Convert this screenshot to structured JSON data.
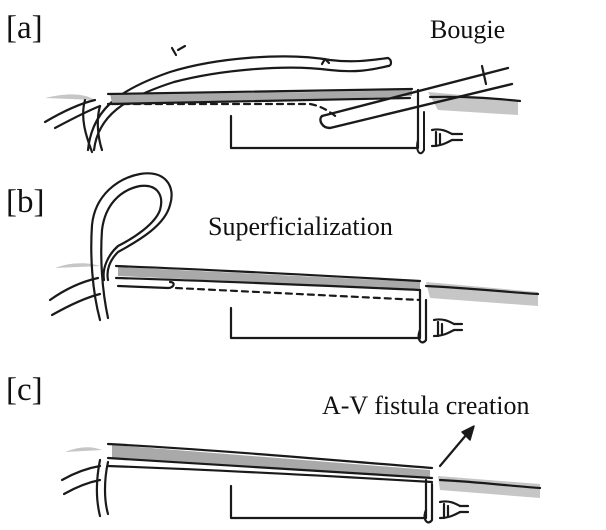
{
  "panels": [
    {
      "id": "a",
      "letter": "[a]",
      "annotation": "Bougie"
    },
    {
      "id": "b",
      "letter": "[b]",
      "annotation": "Superficialization"
    },
    {
      "id": "c",
      "letter": "[c]",
      "annotation": "A-V fistula creation"
    }
  ],
  "colors": {
    "ink": "#1a1a1a",
    "vessel_fill": "#a9a9a9",
    "tissue_fill": "#c6c6c6",
    "background": "#ffffff"
  }
}
